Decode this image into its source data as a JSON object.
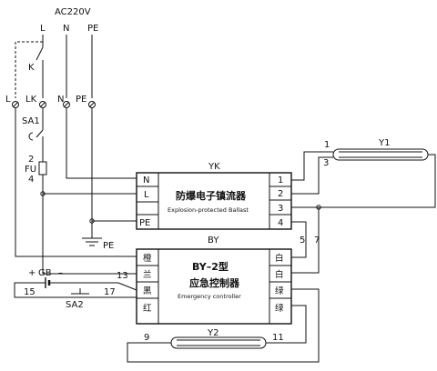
{
  "supply": {
    "voltage": "AC220V",
    "l": "L",
    "n": "N",
    "pe": "PE",
    "switch": "K"
  },
  "terminals": {
    "l": "L",
    "lk": "LK",
    "n": "N",
    "pe": "PE"
  },
  "switch_sa1": "SA1",
  "fuse": {
    "num_top": "2",
    "name": "FU",
    "num_bottom": "4"
  },
  "ballast": {
    "title": "YK",
    "name_cn": "防爆电子镇流器",
    "name_en": "Explosion-protected Ballast",
    "left_terminals": [
      "N",
      "L",
      "PE"
    ],
    "right_terminals": [
      "1",
      "2",
      "3",
      "4"
    ]
  },
  "ground_label": "PE",
  "controller": {
    "title": "BY",
    "model": "BY–2型",
    "name_cn": "应急控制器",
    "name_en": "Emergency controller",
    "left_terminals": [
      "橙",
      "兰",
      "黑",
      "红"
    ],
    "right_terminals": [
      "白",
      "白",
      "绿",
      "绿"
    ]
  },
  "battery": {
    "name": "GB",
    "plus": "+",
    "minus": "–"
  },
  "switch_sa2": "SA2",
  "lamps": {
    "y1": "Y1",
    "y2": "Y2"
  },
  "wire_numbers": {
    "w1": "1",
    "w3": "3",
    "w5": "5",
    "w7": "7",
    "w9": "9",
    "w11": "11",
    "w13": "13",
    "w15": "15",
    "w17": "17"
  }
}
